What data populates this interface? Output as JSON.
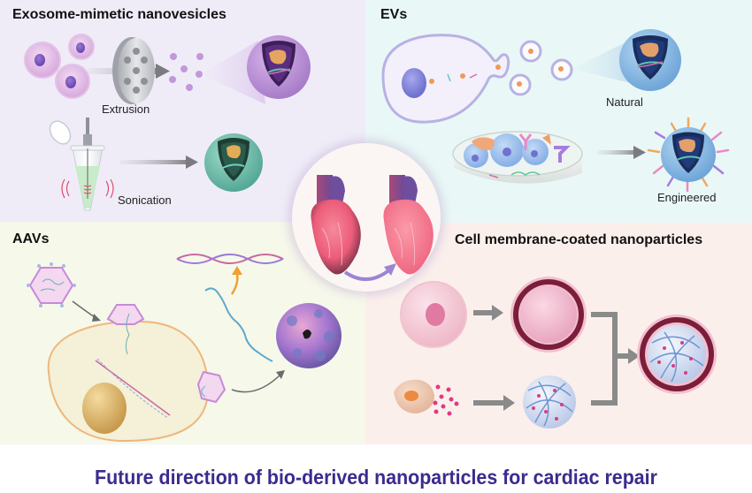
{
  "figure": {
    "title": "Future direction of bio-derived nanoparticles for cardiac repair",
    "title_color": "#3d2a8e"
  },
  "panels": {
    "exosome_mimetic": {
      "title": "Exosome-mimetic nanovesicles",
      "background": "#efecf8",
      "labels": {
        "extrusion": "Extrusion",
        "sonication": "Sonication"
      }
    },
    "evs": {
      "title": "EVs",
      "background": "#e9f8f6",
      "labels": {
        "natural": "Natural",
        "engineered": "Engineered"
      }
    },
    "aavs": {
      "title": "AAVs",
      "background": "#f6f8ea"
    },
    "cell_membrane": {
      "title": "Cell membrane-coated nanoparticles",
      "background": "#fbefec"
    }
  },
  "center": {
    "description": "damaged heart to repaired heart",
    "icons": [
      "damaged-heart-icon",
      "arrow-icon",
      "repaired-heart-icon"
    ]
  }
}
